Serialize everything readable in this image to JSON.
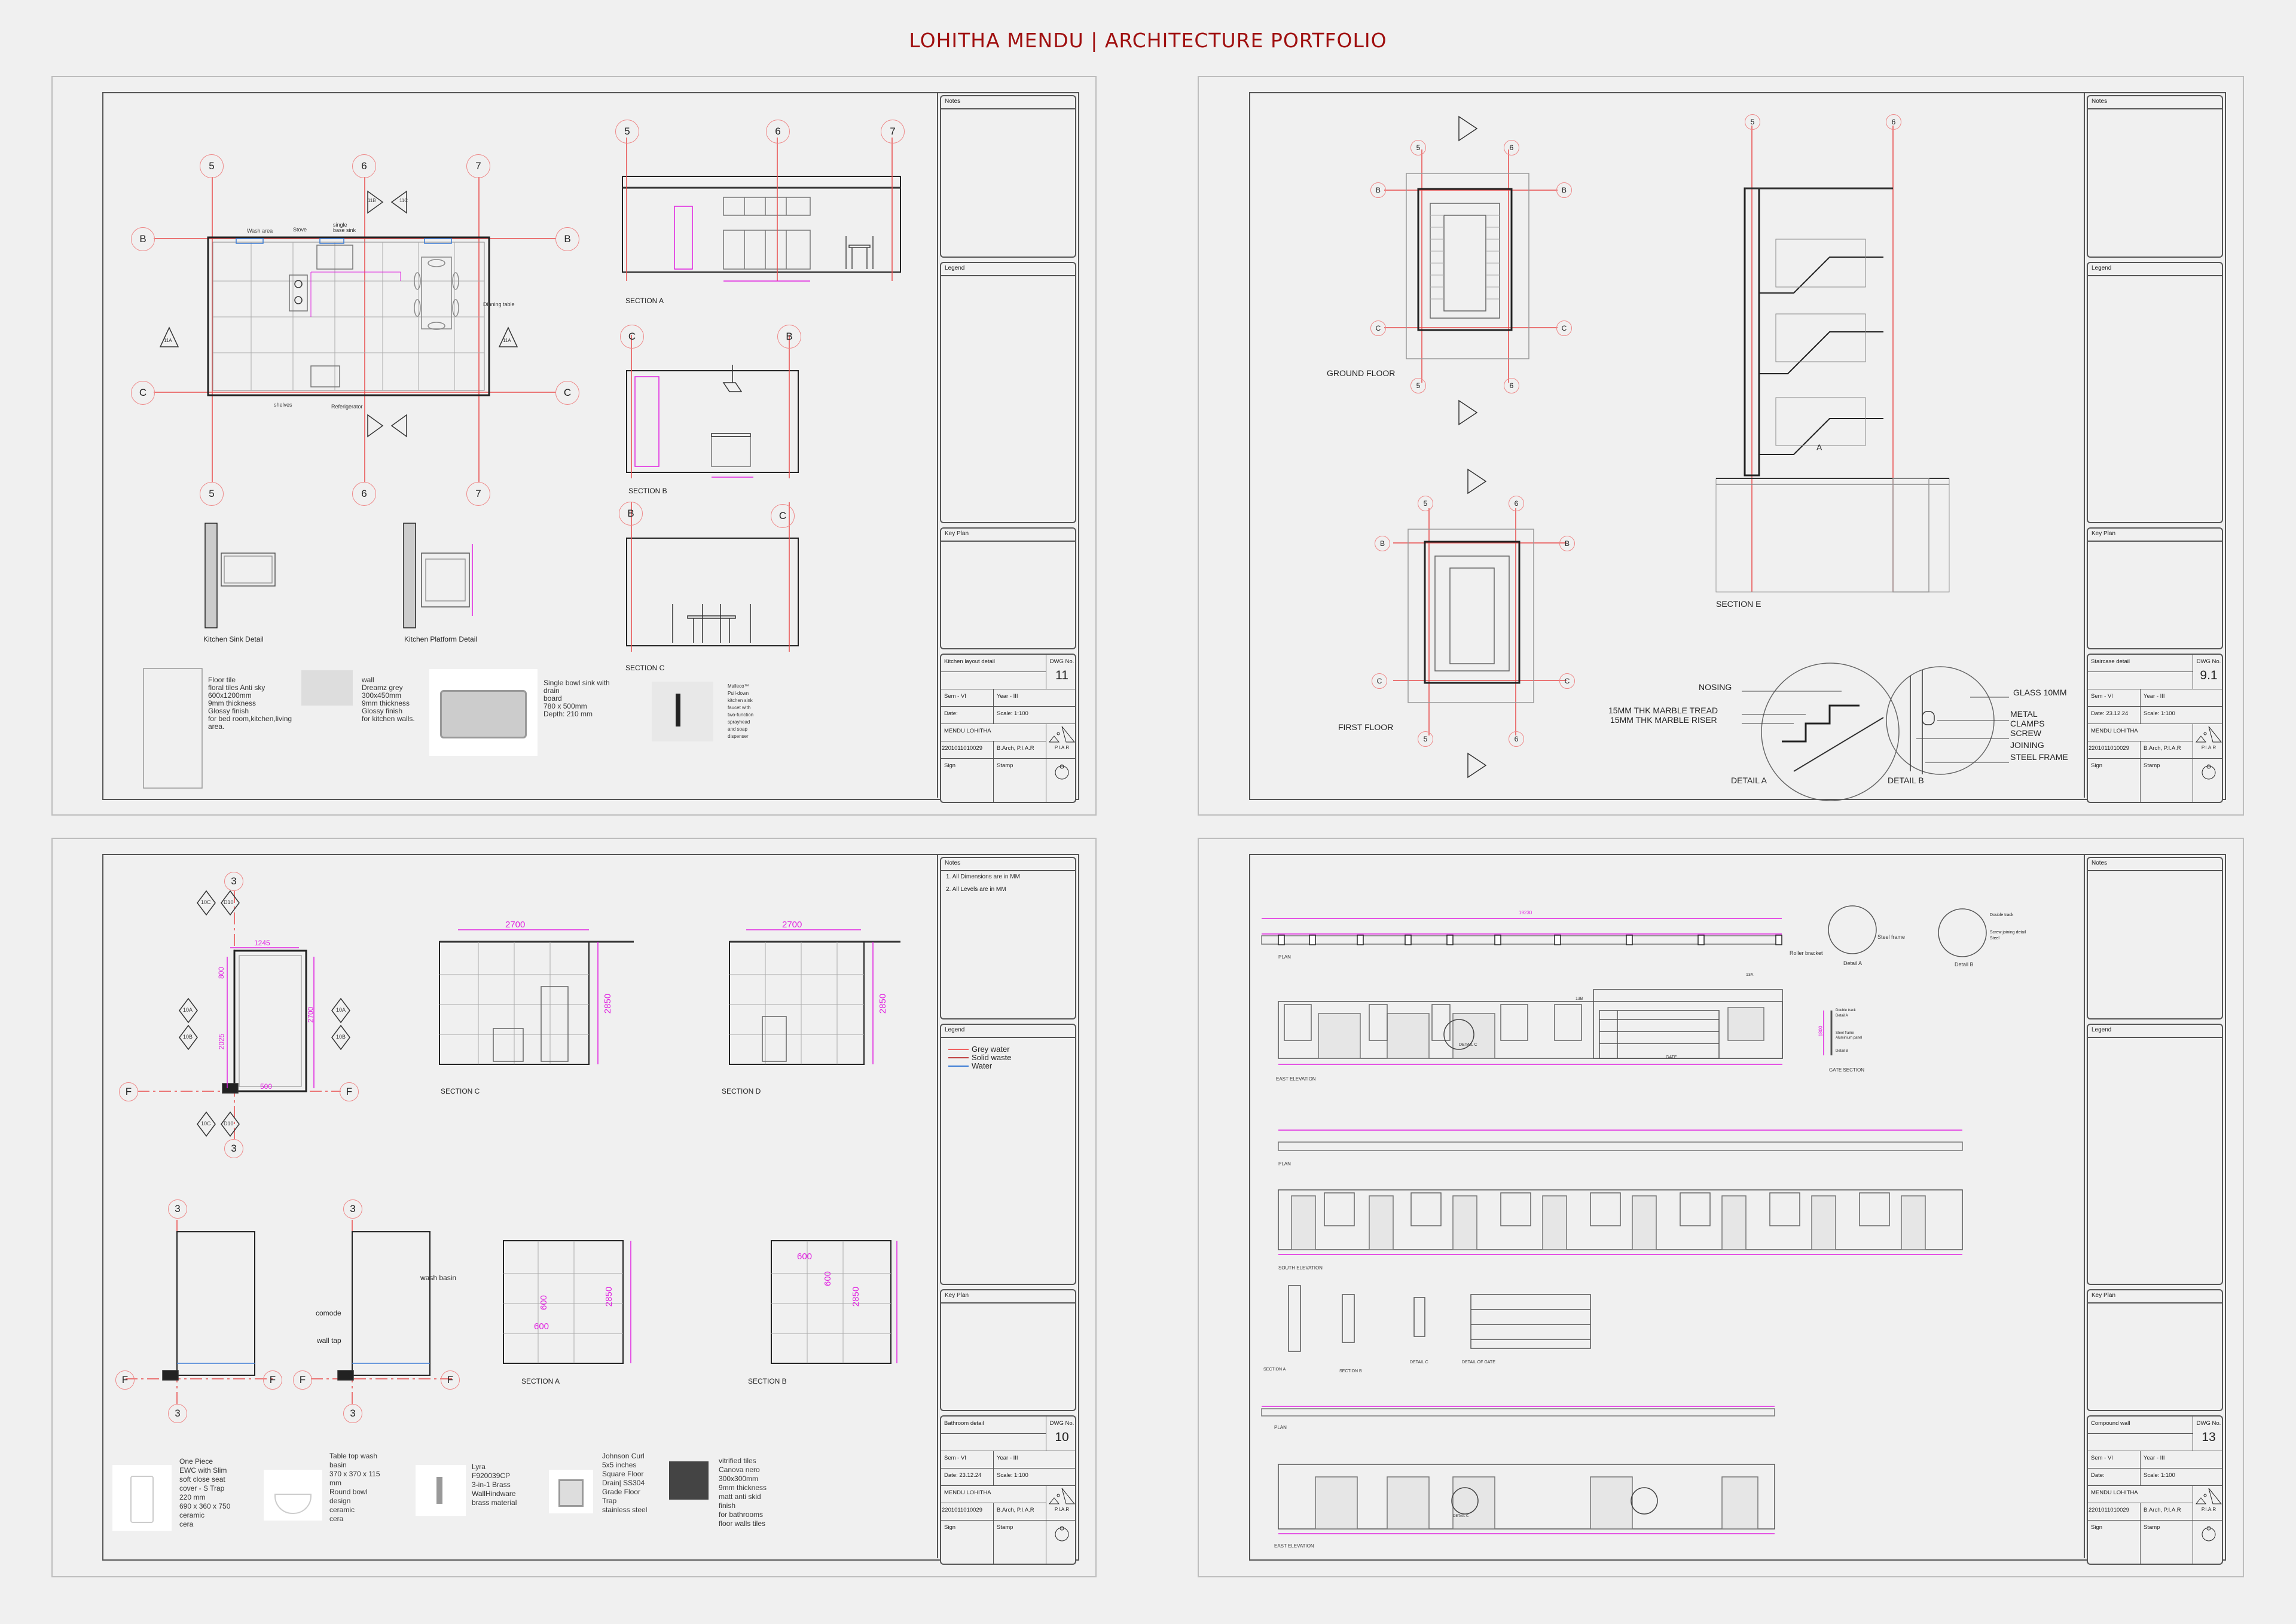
{
  "title": "LOHITHA MENDU | ARCHITECTURE PORTFOLIO",
  "colors": {
    "title": "#a01010",
    "grid_line": "#e84a4a",
    "dimension": "#e020e0",
    "water": "#3a7bd5"
  },
  "sidebar_common": {
    "notes_label": "Notes",
    "legend_label": "Legend",
    "keyplan_label": "Key Plan",
    "dwg_label": "DWG No.",
    "sem": "Sem - VI",
    "year": "Year - III",
    "scale": "Scale: 1:100",
    "name": "MENDU LOHITHA",
    "id": "2201011010029",
    "course": "B.Arch, P.I.A.R",
    "logo": "P.I.A.R",
    "sign": "Sign",
    "stamp": "Stamp"
  },
  "sheets": [
    {
      "drawing_title": "Kitchen layout detail",
      "dwg_no": "11",
      "date": "Date:",
      "notes": [],
      "legend": [],
      "grid": {
        "cols": [
          "5",
          "6",
          "7"
        ],
        "rows": [
          "B",
          "C"
        ]
      },
      "section_markers": [
        "11B",
        "11C",
        "11A"
      ],
      "plan_labels": {
        "wash": "Wash area",
        "stove": "Stove",
        "sink": "single base sink",
        "dining": "Dinning table",
        "shelves": "shelves",
        "fridge": "Referigerator"
      },
      "sections": [
        {
          "title": "SECTION A",
          "grid": [
            "5",
            "6",
            "7"
          ]
        },
        {
          "title": "SECTION B",
          "grid": [
            "C",
            "B"
          ]
        },
        {
          "title": "SECTION C",
          "grid": [
            "B",
            "C"
          ]
        }
      ],
      "details": [
        "Kitchen Sink Detail",
        "Kitchen Platform Detail"
      ],
      "materials": [
        {
          "text": "Floor tile\nfloral tiles Anti sky\n600x1200mm\n9mm thickness\nGlossy finish\nfor bed room,kitchen,living\narea."
        },
        {
          "text": "wall\nDreamz grey\n300x450mm\n9mm thickness\nGlossy finish\nfor kitchen walls."
        },
        {
          "text": "Single bowl sink with drain\nboard\n780 x 500mm\nDepth: 210 mm"
        },
        {
          "text": "Malleco™\nPull-down\nkitchen sink\nfaucet with\ntwo-function\nsprayhead\nand soap\ndispenser"
        }
      ]
    },
    {
      "drawing_title": "Staircase  detail",
      "dwg_no": "9.1",
      "date": "Date: 23.12.24",
      "notes": [],
      "legend": [],
      "plans": [
        "GROUND FLOOR",
        "FIRST FLOOR"
      ],
      "grid": {
        "cols": [
          "5",
          "6"
        ],
        "rows": [
          "B",
          "C"
        ]
      },
      "section_title": "SECTION E",
      "section_grid": [
        "5",
        "6"
      ],
      "section_mark": "A",
      "detail_a": {
        "title": "DETAIL A",
        "labels": [
          "NOSING",
          "15MM THK MARBLE TREAD",
          "15MM THK MARBLE RISER"
        ]
      },
      "detail_b": {
        "title": "DETAIL B",
        "labels": [
          "GLASS 10MM",
          "METAL",
          "CLAMPS",
          "SCREW",
          "JOINING",
          "STEEL FRAME"
        ]
      }
    },
    {
      "drawing_title": "Bathroom detail",
      "dwg_no": "10",
      "date": "Date: 23.12.24",
      "notes": [
        "1. All Dimensions are in MM",
        "2. All Levels are in MM"
      ],
      "legend": [
        {
          "label": "Grey water",
          "color": "#f06060"
        },
        {
          "label": "Solid waste",
          "color": "#c04040"
        },
        {
          "label": "Water",
          "color": "#3a7bd5"
        }
      ],
      "grid": {
        "col": "3",
        "row": "F"
      },
      "section_markers": [
        "10C",
        "D10",
        "10A",
        "10B"
      ],
      "plan_dims": [
        "1245",
        "800",
        "2025",
        "2700",
        "500"
      ],
      "plan_labels": {
        "basin": "wash basin",
        "comode": "comode",
        "tap": "wall tap"
      },
      "sections": [
        {
          "title": "SECTION C",
          "dims": [
            "2700",
            "2850"
          ]
        },
        {
          "title": "SECTION D",
          "dims": [
            "2700",
            "2850"
          ]
        },
        {
          "title": "SECTION A",
          "dims": [
            "600",
            "600",
            "2850"
          ]
        },
        {
          "title": "SECTION B",
          "dims": [
            "600",
            "600",
            "2850"
          ]
        }
      ],
      "products": [
        {
          "text": "One Piece\nEWC with Slim\nsoft close seat\ncover - S Trap\n220 mm\n690 x 360 x 750\nceramic\ncera"
        },
        {
          "text": "Table top wash\nbasin\n370 x 370 x 115\nmm\nRound bowl\ndesign\nceramic\ncera"
        },
        {
          "text": " Lyra\nF920039CP\n3-in-1 Brass\nWallHindware\nbrass material"
        },
        {
          "text": "Johnson Curl\n5x5 inches\nSquare Floor\nDrain| SS304\nGrade Floor\nTrap\nstainless steel"
        },
        {
          "text": "vitrified tiles\nCanova nero\n300x300mm\n9mm  thickness\nmatt anti skid\nfinish\nfor bathrooms\nfloor walls tiles"
        }
      ]
    },
    {
      "drawing_title": "Compound wall",
      "dwg_no": "13",
      "date": "Date:",
      "notes": [],
      "legend": [],
      "plan_label": "PLAN",
      "total_length": "19230",
      "east_elevation": "EAST ELEVATION",
      "south_elevation": "SOUTH ELEVATION",
      "gate": "GATE",
      "detail_c": "DETAIL C",
      "detail_a": "Detail A",
      "detail_b": "Detail B",
      "roller": "Roller bracket",
      "steel_frame": "Steel frame",
      "gate_section": "GATE SECTION",
      "gate_height": "1800",
      "gate_section_labels": [
        "Double track",
        "Detail A",
        "Steel frame",
        "Aluminium panel",
        "Detail B"
      ],
      "detail_b_labels": [
        "Double track",
        "Screw joining detail",
        "Steel"
      ],
      "small_details": [
        "SECTION A",
        "SECTION B",
        "DETAIL C",
        "DETAIL OF GATE"
      ],
      "markers": [
        "13B",
        "13A"
      ]
    }
  ]
}
